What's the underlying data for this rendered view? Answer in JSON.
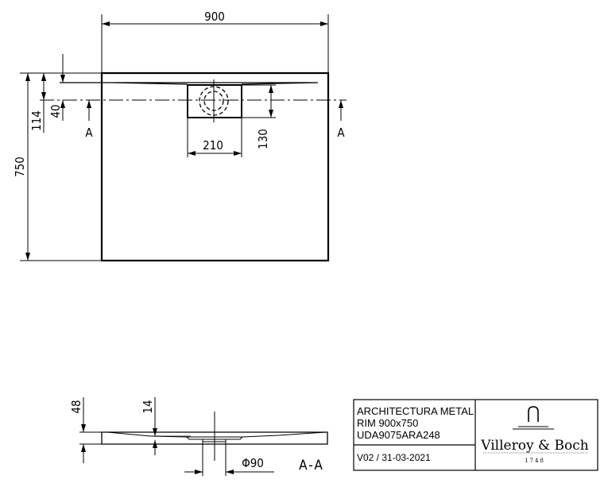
{
  "plan_view": {
    "width_dim": "900",
    "depth_dim": "750",
    "dim_114": "114",
    "dim_40": "40",
    "drain_width": "210",
    "drain_depth": "130",
    "section_marker_left": "A",
    "section_marker_right": "A"
  },
  "section_view": {
    "height_dim": "48",
    "channel_dim": "14",
    "drain_diameter": "Φ90",
    "section_label": "A-A"
  },
  "title_block": {
    "product_line": "ARCHITECTURA METAL",
    "model": "RIM 900x750",
    "article_code": "UDA9075ARA248",
    "version_date": "V02 / 31-03-2021",
    "brand": "Villeroy & Boch",
    "brand_year": "1748"
  }
}
